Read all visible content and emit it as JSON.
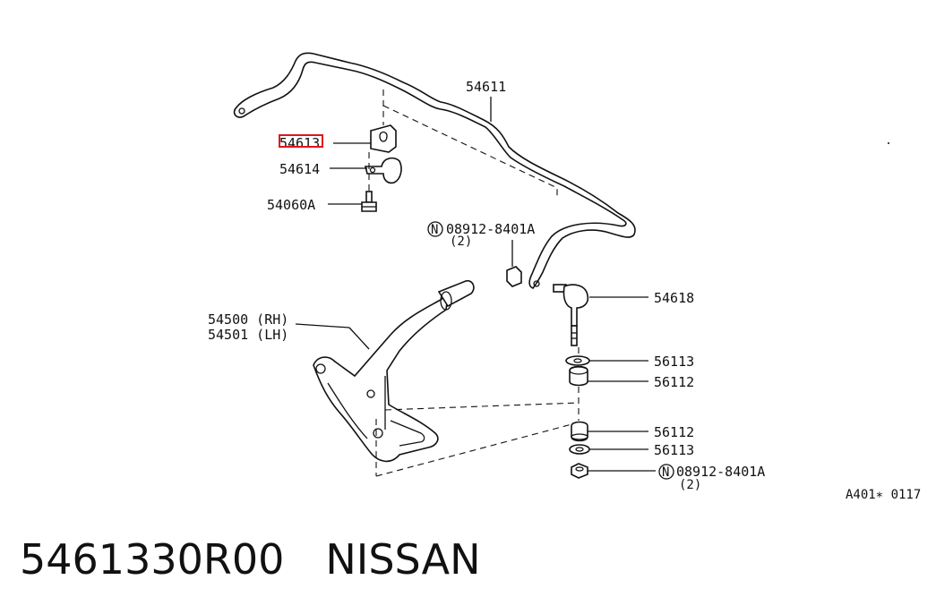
{
  "labels": {
    "stabilizer_bar": "54611",
    "bushing": "54613",
    "clamp": "54614",
    "bolt": "54060A",
    "nut_top_part": "08912-8401A",
    "nut_top_qty": "(2)",
    "connecting_rod": "54618",
    "arm_rh": "54500 (RH)",
    "arm_lh": "54501 (LH)",
    "washer_upper": "56113",
    "bushing_upper": "56112",
    "bushing_lower": "56112",
    "washer_lower": "56113",
    "nut_bottom_part": "08912-8401A",
    "nut_bottom_qty": "(2)",
    "nut_symbol": "N",
    "diagram_code": "A401∗ 0117"
  },
  "caption": {
    "part_number": "5461330R00",
    "brand": "NISSAN"
  },
  "highlight_color": "#e0141e"
}
